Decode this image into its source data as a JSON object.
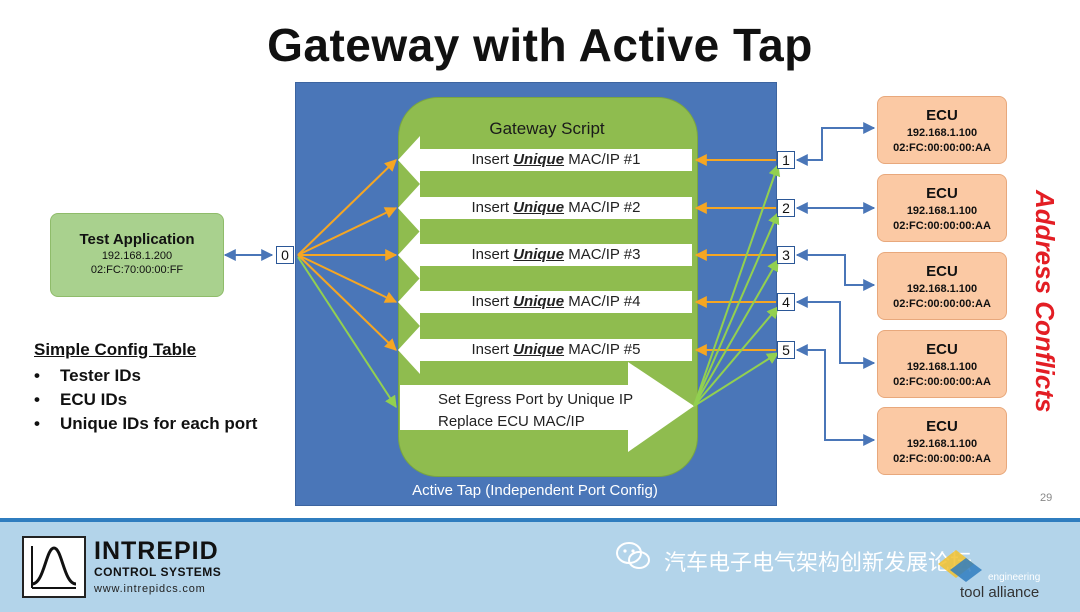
{
  "title": "Gateway with Active Tap",
  "active_tap": {
    "label": "Active Tap (Independent Port Config)"
  },
  "gateway_script": {
    "title": "Gateway Script",
    "inserts": [
      {
        "pre": "Insert ",
        "em": "Unique",
        "post": " MAC/IP #1"
      },
      {
        "pre": "Insert ",
        "em": "Unique",
        "post": " MAC/IP #2"
      },
      {
        "pre": "Insert ",
        "em": "Unique",
        "post": " MAC/IP #3"
      },
      {
        "pre": "Insert ",
        "em": "Unique",
        "post": " MAC/IP #4"
      },
      {
        "pre": "Insert ",
        "em": "Unique",
        "post": " MAC/IP #5"
      }
    ],
    "egress_line1": "Set Egress Port by Unique IP",
    "egress_line2": "Replace ECU MAC/IP"
  },
  "test_application": {
    "name": "Test Application",
    "ip": "192.168.1.200",
    "mac": "02:FC:70:00:00:FF"
  },
  "ports": {
    "p0": "0",
    "p1": "1",
    "p2": "2",
    "p3": "3",
    "p4": "4",
    "p5": "5"
  },
  "ecus": [
    {
      "name": "ECU",
      "ip": "192.168.1.100",
      "mac": "02:FC:00:00:00:AA"
    },
    {
      "name": "ECU",
      "ip": "192.168.1.100",
      "mac": "02:FC:00:00:00:AA"
    },
    {
      "name": "ECU",
      "ip": "192.168.1.100",
      "mac": "02:FC:00:00:00:AA"
    },
    {
      "name": "ECU",
      "ip": "192.168.1.100",
      "mac": "02:FC:00:00:00:AA"
    },
    {
      "name": "ECU",
      "ip": "192.168.1.100",
      "mac": "02:FC:00:00:00:AA"
    }
  ],
  "address_conflicts": "Address Conflicts",
  "config_table": {
    "title": "Simple Config Table",
    "items": [
      "Tester IDs",
      "ECU IDs",
      "Unique IDs for each port"
    ]
  },
  "slide_number": "29",
  "footer": {
    "brand_name": "INTREPID",
    "brand_sub": "CONTROL SYSTEMS",
    "brand_url": "www.intrepidcs.com",
    "watermark": "汽车电子电气架构创新发展论坛",
    "tool_alliance": "tool alliance",
    "engineering": "engineering"
  },
  "colors": {
    "tap_blue": "#4a76b8",
    "script_green": "#8fbc4f",
    "test_app_green": "#a9d18e",
    "ecu_orange": "#fbc9a4",
    "orange_arrow": "#f5a623",
    "green_arrow": "#92d050",
    "blue_arrow": "#4a76b8",
    "conflict_red": "#e31e24",
    "footer_blue": "#b3d4ea"
  },
  "icons": [
    "intrepid-logo-icon",
    "wechat-icon",
    "tool-alliance-logo-icon"
  ]
}
